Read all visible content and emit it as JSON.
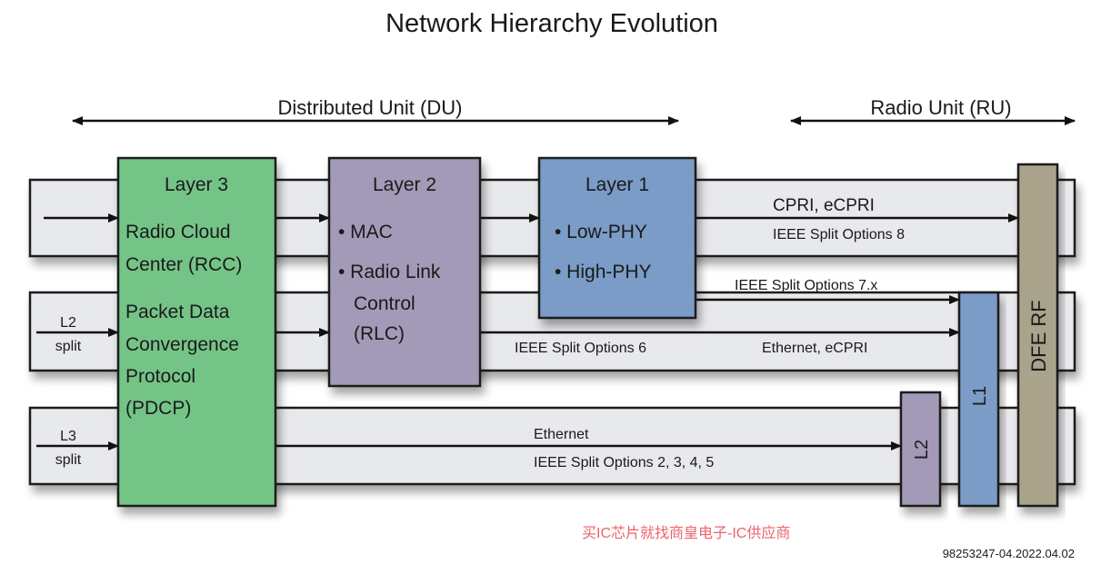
{
  "title": "Network Hierarchy Evolution",
  "spans": {
    "du": "Distributed Unit (DU)",
    "ru": "Radio Unit (RU)"
  },
  "blocks": {
    "layer3": {
      "title": "Layer 3",
      "lines": [
        "Radio Cloud",
        "Center (RCC)",
        "Packet Data",
        "Convergence",
        "Protocol",
        "(PDCP)"
      ],
      "color": "#74c487"
    },
    "layer2": {
      "title": "Layer 2",
      "lines": [
        "• MAC",
        "• Radio Link",
        "Control",
        "(RLC)"
      ],
      "color": "#a39ab8"
    },
    "layer1": {
      "title": "Layer 1",
      "lines": [
        "• Low-PHY",
        "• High-PHY"
      ],
      "color": "#7a9cc6"
    },
    "dfe_rf": {
      "label": "DFE RF",
      "color": "#a8a38a"
    },
    "l1": {
      "label": "L1",
      "color": "#7a9cc6"
    },
    "l2": {
      "label": "L2",
      "color": "#a39ab8"
    }
  },
  "splits": {
    "l2_split": [
      "L2",
      "split"
    ],
    "l3_split": [
      "L3",
      "split"
    ]
  },
  "links": {
    "cpri": "CPRI, eCPRI",
    "opt8": "IEEE Split Options 8",
    "opt7x": "IEEE Split Options 7.x",
    "opt6": "IEEE Split Options 6",
    "eth_ecpri": "Ethernet, eCPRI",
    "ethernet": "Ethernet",
    "opt2345": "IEEE Split Options 2, 3, 4, 5"
  },
  "watermark": "买IC芯片就找商皇电子-IC供应商",
  "footer_id": "98253247-04.2022.04.02"
}
